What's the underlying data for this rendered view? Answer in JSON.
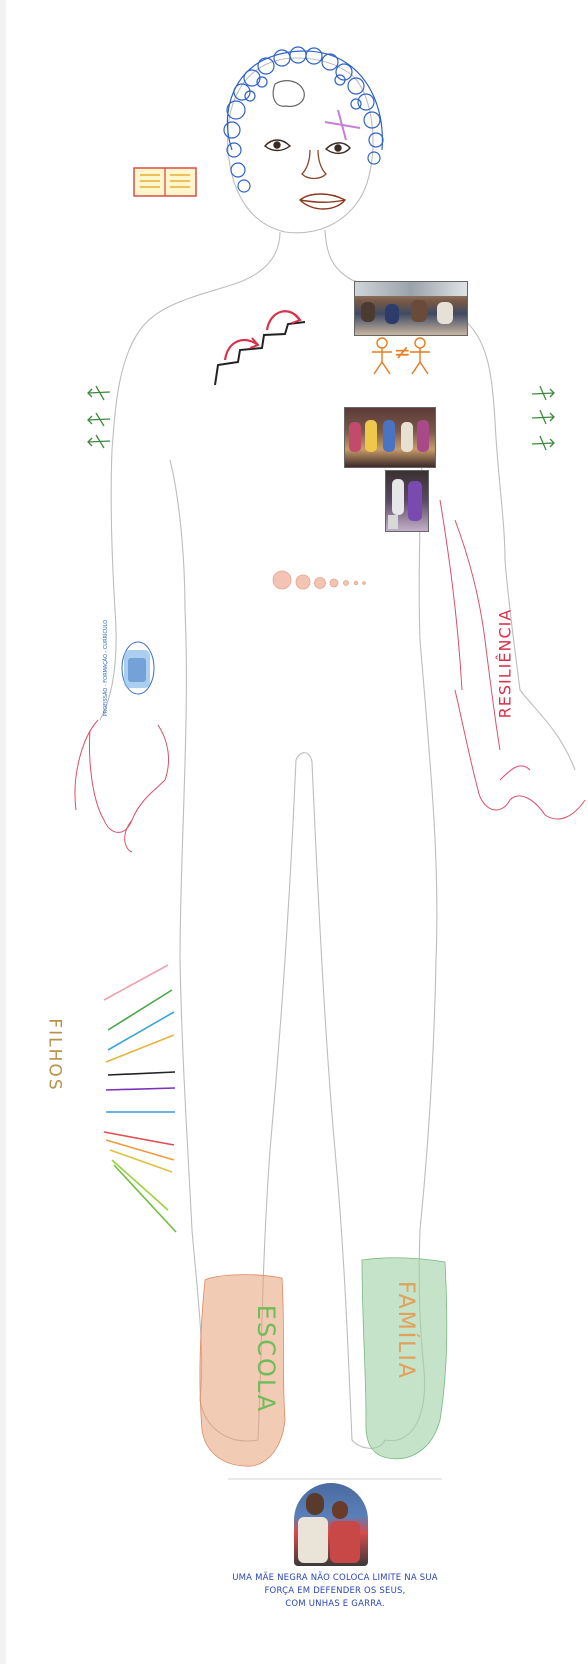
{
  "labels": {
    "filhos": "FILHOS",
    "escola": "ESCOLA",
    "familia": "FAMÍLIA",
    "resiliencia": "RESILIÊNCIA",
    "wrist_band": "PROFISSÃO - FORMAÇÃO - CURRÍCULO",
    "unequal": "≠"
  },
  "caption": {
    "line1": "UMA MÃE NEGRA NÃO COLOCA LIMITE NA SUA",
    "line2": "FORÇA EM DEFENDER OS SEUS,",
    "line3": "COM UNHAS E GARRA."
  },
  "colors": {
    "hair": "#2f62c8",
    "body_outline": "#b9b9b9",
    "arm_outline": "#d9506b",
    "escola_fill": "#e8a079",
    "familia_fill": "#9fd0a5",
    "caption": "#2a45b8"
  },
  "icons": [
    "open-book-icon",
    "brain-icon",
    "cross-icon",
    "stairs-icon",
    "arrow-icon",
    "stick-figure-icon"
  ]
}
